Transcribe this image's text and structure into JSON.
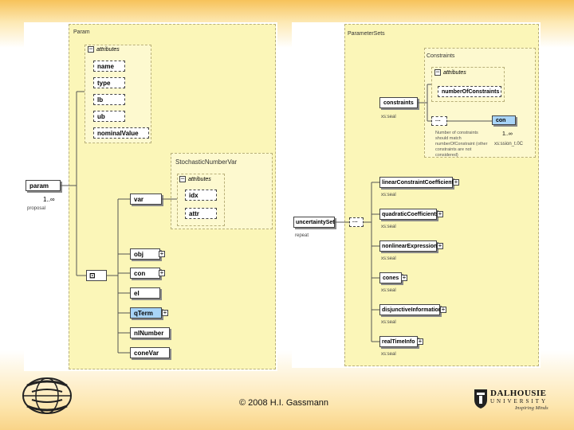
{
  "left_panel": {
    "title": "Param",
    "attributes_label": "attributes",
    "attributes": [
      "name",
      "type",
      "lb",
      "ub",
      "nominalValue"
    ],
    "root_element": "param",
    "root_mult": "1..∞",
    "root_type": "proposal",
    "stochastic": {
      "title": "StochasticNumberVar",
      "attributes_label": "attributes",
      "attributes": [
        "idx",
        "attr"
      ]
    },
    "var_label": "var",
    "children": [
      "obj",
      "con",
      "el",
      "qTerm",
      "nlNumber",
      "coneVar"
    ]
  },
  "right_panel": {
    "title": "ParameterSets",
    "constraints_title": "Constraints",
    "constraints_attributes_label": "attributes",
    "number_of_constraints": "numberOfConstraints",
    "constraints_element": "constraints",
    "constraints_type": "xs:seal",
    "con_element": "con",
    "con_mult": "1..∞",
    "con_type": "xs:ssion_t.0C",
    "con_note": "Number of constraints should match numberOfConstraint (other constraints are not considered)",
    "uncertainty_element": "uncertaintySet",
    "uncertainty_type": "repeat",
    "items": [
      {
        "label": "linearConstraintCoefficients",
        "type": "xs:seal"
      },
      {
        "label": "quadraticCoefficients",
        "type": "xs:seal"
      },
      {
        "label": "nonlinearExpressions",
        "type": "xs:seal"
      },
      {
        "label": "cones",
        "type": "xs:seal"
      },
      {
        "label": "disjunctiveInformation",
        "type": "xs:seal"
      },
      {
        "label": "realTimeInfo",
        "type": "xs:seal"
      }
    ]
  },
  "footer": {
    "copyright": "© 2008 H.I. Gassmann",
    "university": "DALHOUSIE",
    "university2": "UNIVERSITY",
    "tagline": "Inspiring Minds"
  },
  "colors": {
    "region": "#fbf6b8",
    "highlight": "#a8d4f7"
  }
}
